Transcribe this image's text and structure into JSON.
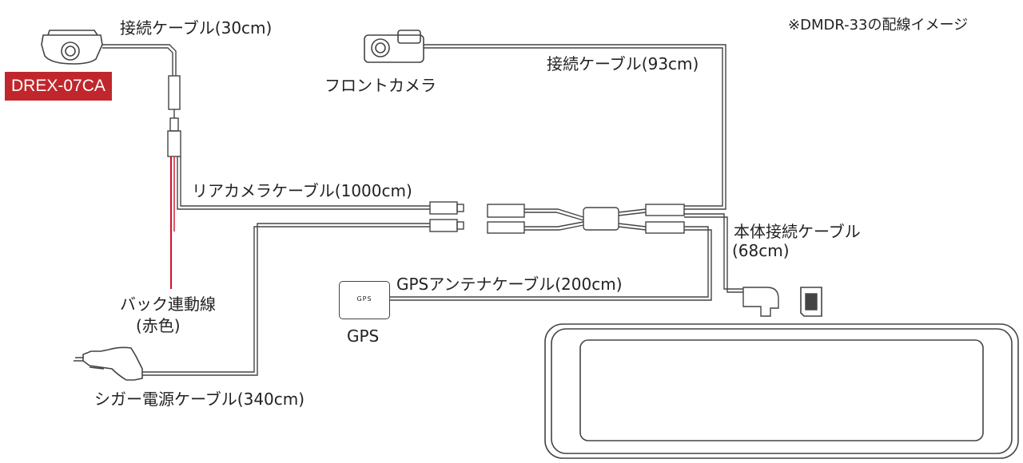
{
  "note": "※DMDR-33の配線イメージ",
  "labels": {
    "rear_conn_cable": "接続ケーブル(30cm)",
    "rear_camera_model": "DREX-07CA",
    "front_conn_cable": "接続ケーブル(93cm)",
    "front_camera": "フロントカメラ",
    "rear_camera_cable": "リアカメラケーブル(1000cm)",
    "main_cable_1": "本体接続ケーブル",
    "main_cable_2": "(68cm)",
    "back_wire_1": "バック連動線",
    "back_wire_2": "(赤色)",
    "gps_cable": "GPSアンテナケーブル(200cm)",
    "gps_box_text": "GPS",
    "gps": "GPS",
    "cigar_cable": "シガー電源ケーブル(340cm)"
  },
  "colors": {
    "wire": "#444444",
    "back_wire": "#d0112b",
    "badge": "#c0272d"
  }
}
